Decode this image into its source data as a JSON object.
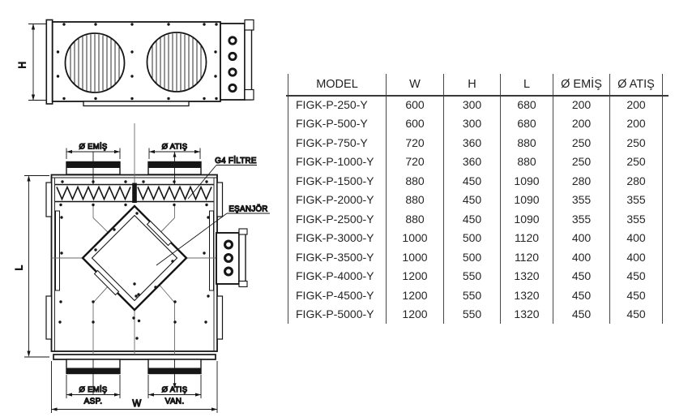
{
  "drawing_labels": {
    "height_dim": "H",
    "length_dim": "L",
    "width_dim": "W",
    "intake_diameter": "Ø EMİŞ",
    "exhaust_diameter": "Ø ATIŞ",
    "filter_callout": "G4 FİLTRE",
    "exchanger_callout": "EŞANJÖR",
    "aspirator_sub": "ASP.",
    "fan_sub": "VAN."
  },
  "table": {
    "columns": [
      "MODEL",
      "W",
      "H",
      "L",
      "Ø EMİŞ",
      "Ø ATIŞ"
    ],
    "rows": [
      [
        "FIGK-P-250-Y",
        "600",
        "300",
        "680",
        "200",
        "200"
      ],
      [
        "FIGK-P-500-Y",
        "600",
        "300",
        "680",
        "200",
        "200"
      ],
      [
        "FIGK-P-750-Y",
        "720",
        "360",
        "880",
        "250",
        "250"
      ],
      [
        "FIGK-P-1000-Y",
        "720",
        "360",
        "880",
        "250",
        "250"
      ],
      [
        "FIGK-P-1500-Y",
        "880",
        "450",
        "1090",
        "280",
        "280"
      ],
      [
        "FIGK-P-2000-Y",
        "880",
        "450",
        "1090",
        "355",
        "355"
      ],
      [
        "FIGK-P-2500-Y",
        "880",
        "450",
        "1090",
        "355",
        "355"
      ],
      [
        "FIGK-P-3000-Y",
        "1000",
        "500",
        "1120",
        "400",
        "400"
      ],
      [
        "FIGK-P-3500-Y",
        "1000",
        "500",
        "1120",
        "400",
        "400"
      ],
      [
        "FIGK-P-4000-Y",
        "1200",
        "550",
        "1320",
        "450",
        "450"
      ],
      [
        "FIGK-P-4500-Y",
        "1200",
        "550",
        "1320",
        "450",
        "450"
      ],
      [
        "FIGK-P-5000-Y",
        "1200",
        "550",
        "1320",
        "450",
        "450"
      ]
    ]
  },
  "colors": {
    "line": "#161616",
    "text": "#2a2a2a",
    "table_line": "#464646"
  }
}
